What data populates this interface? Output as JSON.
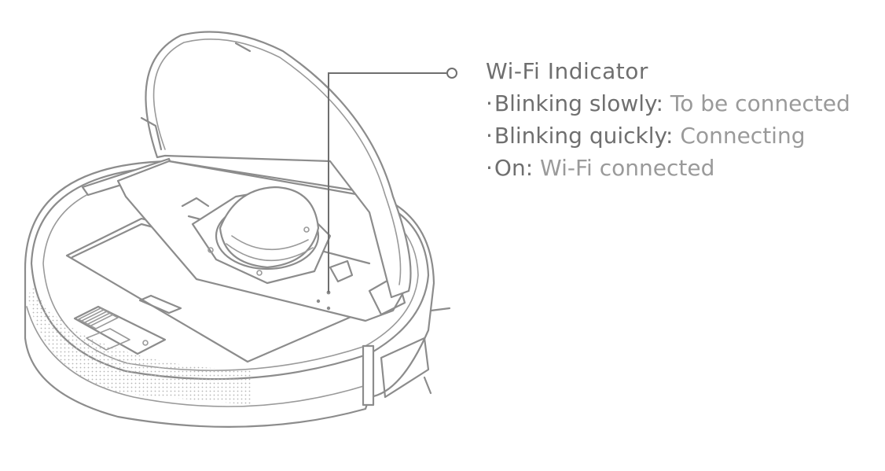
{
  "legend": {
    "title": "Wi-Fi Indicator",
    "items": [
      {
        "bullet": "·",
        "key": "Blinking slowly:",
        "value": "To be connected"
      },
      {
        "bullet": "·",
        "key": "Blinking quickly:",
        "value": "Connecting"
      },
      {
        "bullet": "·",
        "key": "On:",
        "value": "Wi-Fi connected"
      }
    ]
  },
  "colors": {
    "line": "#8c8c8c",
    "title_text": "#6f6f6f",
    "value_text": "#9a9a9a",
    "background": "#ffffff"
  }
}
